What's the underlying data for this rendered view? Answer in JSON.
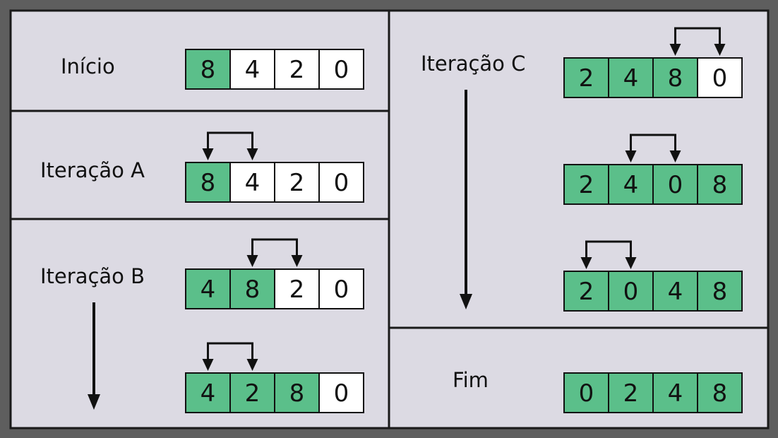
{
  "colors": {
    "frame": "#5e5e5e",
    "panel": "#dcdae3",
    "sorted_cell": "#5bbf8a",
    "unsorted_cell": "#ffffff",
    "line": "#111111"
  },
  "sections": {
    "inicio": {
      "label": "Início",
      "rows": [
        {
          "cells": [
            {
              "value": "8",
              "sorted": true
            },
            {
              "value": "4",
              "sorted": false
            },
            {
              "value": "2",
              "sorted": false
            },
            {
              "value": "0",
              "sorted": false
            }
          ]
        }
      ]
    },
    "iteracao_a": {
      "label": "Iteração A",
      "rows": [
        {
          "swap": [
            0,
            1
          ],
          "cells": [
            {
              "value": "8",
              "sorted": true
            },
            {
              "value": "4",
              "sorted": false
            },
            {
              "value": "2",
              "sorted": false
            },
            {
              "value": "0",
              "sorted": false
            }
          ]
        }
      ]
    },
    "iteracao_b": {
      "label": "Iteração B",
      "rows": [
        {
          "swap": [
            1,
            2
          ],
          "cells": [
            {
              "value": "4",
              "sorted": true
            },
            {
              "value": "8",
              "sorted": true
            },
            {
              "value": "2",
              "sorted": false
            },
            {
              "value": "0",
              "sorted": false
            }
          ]
        },
        {
          "swap": [
            0,
            1
          ],
          "cells": [
            {
              "value": "4",
              "sorted": true
            },
            {
              "value": "2",
              "sorted": true
            },
            {
              "value": "8",
              "sorted": true
            },
            {
              "value": "0",
              "sorted": false
            }
          ]
        }
      ]
    },
    "iteracao_c": {
      "label": "Iteração C",
      "rows": [
        {
          "swap": [
            2,
            3
          ],
          "cells": [
            {
              "value": "2",
              "sorted": true
            },
            {
              "value": "4",
              "sorted": true
            },
            {
              "value": "8",
              "sorted": true
            },
            {
              "value": "0",
              "sorted": false
            }
          ]
        },
        {
          "swap": [
            1,
            2
          ],
          "cells": [
            {
              "value": "2",
              "sorted": true
            },
            {
              "value": "4",
              "sorted": true
            },
            {
              "value": "0",
              "sorted": true
            },
            {
              "value": "8",
              "sorted": true
            }
          ]
        },
        {
          "swap": [
            0,
            1
          ],
          "cells": [
            {
              "value": "2",
              "sorted": true
            },
            {
              "value": "0",
              "sorted": true
            },
            {
              "value": "4",
              "sorted": true
            },
            {
              "value": "8",
              "sorted": true
            }
          ]
        }
      ]
    },
    "fim": {
      "label": "Fim",
      "rows": [
        {
          "cells": [
            {
              "value": "0",
              "sorted": true
            },
            {
              "value": "2",
              "sorted": true
            },
            {
              "value": "4",
              "sorted": true
            },
            {
              "value": "8",
              "sorted": true
            }
          ]
        }
      ]
    }
  }
}
